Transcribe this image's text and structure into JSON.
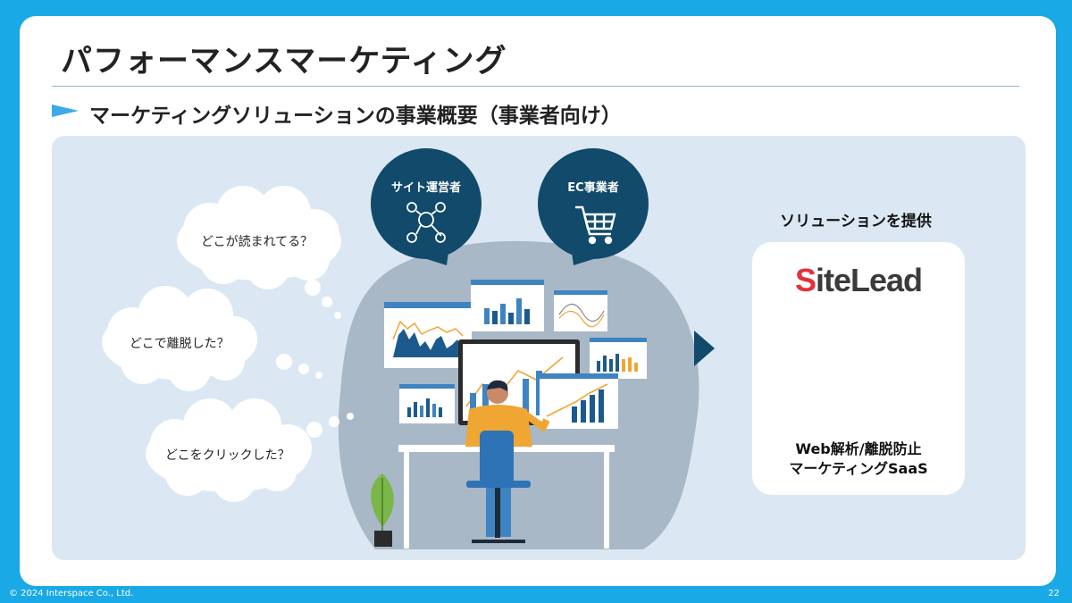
{
  "slide": {
    "title": "パフォーマンスマーケティング",
    "subtitle": "マーケティングソリューションの事業概要（事業者向け）",
    "footer_copyright": "© 2024 Interspace Co., Ltd.",
    "page_number": "22"
  },
  "bubbles": [
    {
      "text": "どこが読まれてる？"
    },
    {
      "text": "どこで離脱した？"
    },
    {
      "text": "どこをクリックした？"
    }
  ],
  "pins": [
    {
      "label": "サイト運営者",
      "icon": "people-network-icon"
    },
    {
      "label": "EC事業者",
      "icon": "shopping-cart-icon"
    }
  ],
  "solution": {
    "heading": "ソリューションを提供",
    "logo_first": "S",
    "logo_rest": "iteLead",
    "desc_line1": "Web解析/離脱防止",
    "desc_line2": "マーケティングSaaS"
  },
  "colors": {
    "background": "#19a9e6",
    "panel": "#dbe8f3",
    "pin": "#114a6b",
    "accent_arrow": "#114a6b",
    "logo_red": "#e0343a"
  }
}
